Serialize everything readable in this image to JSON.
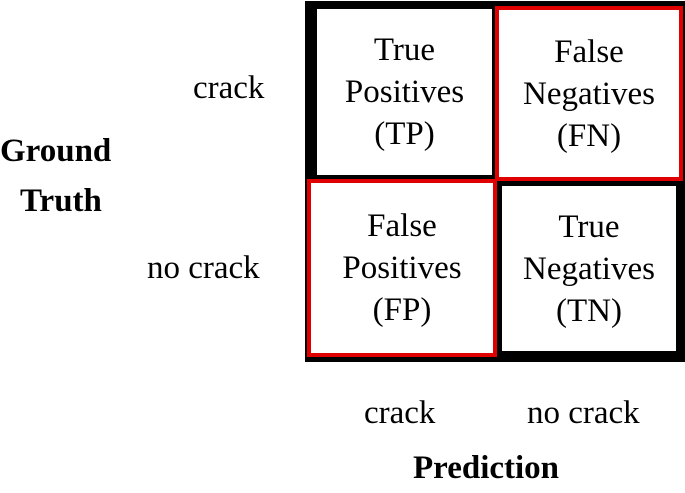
{
  "colors": {
    "grid": "#000000",
    "highlight": "#e00000",
    "background": "#ffffff"
  },
  "axis": {
    "y_title_line1": "Ground",
    "y_title_line2": "Truth",
    "x_title": "Prediction"
  },
  "rows": [
    "crack",
    "no crack"
  ],
  "columns": [
    "crack",
    "no crack"
  ],
  "cells": {
    "tp": {
      "line1": "True",
      "line2": "Positives",
      "line3": "(TP)",
      "highlighted": false
    },
    "fn": {
      "line1": "False",
      "line2": "Negatives",
      "line3": "(FN)",
      "highlighted": true
    },
    "fp": {
      "line1": "False",
      "line2": "Positives",
      "line3": "(FP)",
      "highlighted": true
    },
    "tn": {
      "line1": "True",
      "line2": "Negatives",
      "line3": "(TN)",
      "highlighted": false
    }
  }
}
